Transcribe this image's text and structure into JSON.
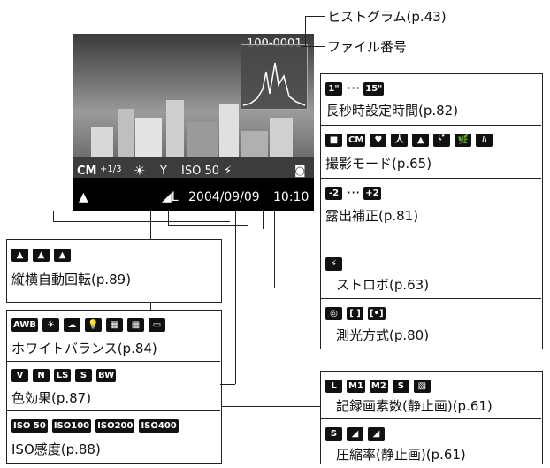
{
  "screen": {
    "file_number": "100-0001",
    "mode_icon": "CM",
    "exposure_comp": "+1/3",
    "effect": "Y",
    "iso": "ISO 50",
    "date": "2004/09/09",
    "time": "10:10"
  },
  "callouts": {
    "histogram": "ヒストグラム(p.43)",
    "file_number": "ファイル番号"
  },
  "boxes": {
    "long_shutter": {
      "icons": [
        "1\"",
        "15\""
      ],
      "sep": "···",
      "label": "長秒時設定時間(p.82)"
    },
    "shooting_mode": {
      "icons": [
        "■",
        "CM",
        "♥",
        "人",
        "▲",
        "ﾄﾞ",
        "🌿",
        "ﾊ"
      ],
      "label": "撮影モード(p.65)"
    },
    "exposure": {
      "icons": [
        "-2",
        "+2"
      ],
      "sep": "···",
      "label": "露出補正(p.81)"
    },
    "rotation": {
      "icons": [
        "▲",
        "▲",
        "▲"
      ],
      "label": "縦横自動回転(p.89)"
    },
    "white_balance": {
      "icons": [
        "AWB",
        "☀",
        "☁",
        "💡",
        "▦",
        "▦",
        "▭"
      ],
      "label": "ホワイトバランス(p.84)"
    },
    "color_effect": {
      "icons": [
        "V",
        "N",
        "LS",
        "S",
        "BW"
      ],
      "label": "色効果(p.87)"
    },
    "iso": {
      "icons": [
        "ISO 50",
        "ISO100",
        "ISO200",
        "ISO400"
      ],
      "label": "ISO感度(p.88)"
    },
    "flash": {
      "icons": [
        "⚡"
      ],
      "label": "ストロボ(p.63)"
    },
    "metering": {
      "icons": [
        "◎",
        "[ ]",
        "[•]"
      ],
      "label": "測光方式(p.80)"
    },
    "resolution": {
      "icons": [
        "L",
        "M1",
        "M2",
        "S",
        "▧"
      ],
      "label": "記録画素数(静止画)(p.61)"
    },
    "compression": {
      "icons": [
        "S",
        "◢",
        "◢"
      ],
      "label": "圧縮率(静止画)(p.61)"
    }
  }
}
